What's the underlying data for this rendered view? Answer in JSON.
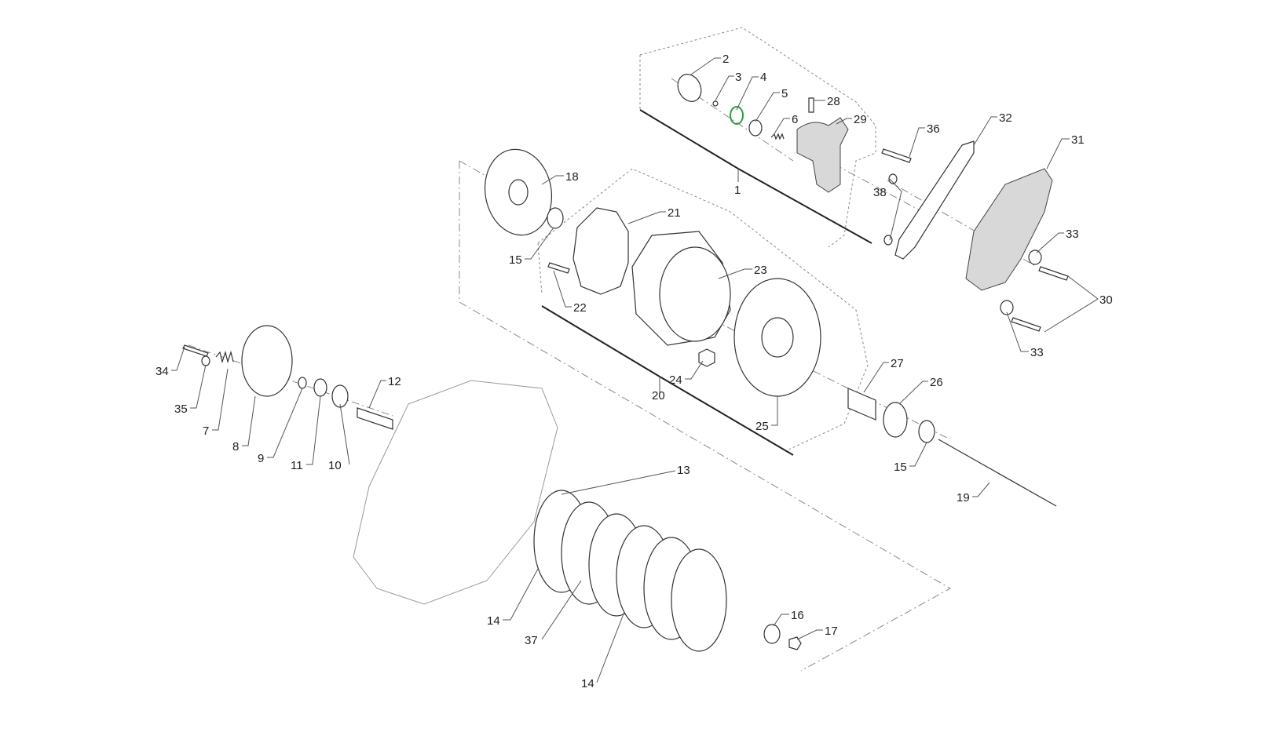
{
  "labels": [
    {
      "id": "1",
      "text": "1"
    },
    {
      "id": "2",
      "text": "2"
    },
    {
      "id": "3",
      "text": "3"
    },
    {
      "id": "4",
      "text": "4"
    },
    {
      "id": "5",
      "text": "5"
    },
    {
      "id": "6",
      "text": "6"
    },
    {
      "id": "7",
      "text": "7"
    },
    {
      "id": "8",
      "text": "8"
    },
    {
      "id": "9",
      "text": "9"
    },
    {
      "id": "10",
      "text": "10"
    },
    {
      "id": "11",
      "text": "11"
    },
    {
      "id": "12",
      "text": "12"
    },
    {
      "id": "13",
      "text": "13"
    },
    {
      "id": "14a",
      "text": "14"
    },
    {
      "id": "14b",
      "text": "14"
    },
    {
      "id": "15a",
      "text": "15"
    },
    {
      "id": "15b",
      "text": "15"
    },
    {
      "id": "16",
      "text": "16"
    },
    {
      "id": "17",
      "text": "17"
    },
    {
      "id": "18",
      "text": "18"
    },
    {
      "id": "19",
      "text": "19"
    },
    {
      "id": "20",
      "text": "20"
    },
    {
      "id": "21",
      "text": "21"
    },
    {
      "id": "22",
      "text": "22"
    },
    {
      "id": "23",
      "text": "23"
    },
    {
      "id": "24",
      "text": "24"
    },
    {
      "id": "25",
      "text": "25"
    },
    {
      "id": "26",
      "text": "26"
    },
    {
      "id": "27",
      "text": "27"
    },
    {
      "id": "28",
      "text": "28"
    },
    {
      "id": "29",
      "text": "29"
    },
    {
      "id": "30",
      "text": "30"
    },
    {
      "id": "31",
      "text": "31"
    },
    {
      "id": "32",
      "text": "32"
    },
    {
      "id": "33a",
      "text": "33"
    },
    {
      "id": "33b",
      "text": "33"
    },
    {
      "id": "34",
      "text": "34"
    },
    {
      "id": "35",
      "text": "35"
    },
    {
      "id": "36",
      "text": "36"
    },
    {
      "id": "37",
      "text": "37"
    },
    {
      "id": "38",
      "text": "38"
    }
  ],
  "colors": {
    "line": "#333333",
    "highlight_oring": "#2e9e3e"
  }
}
